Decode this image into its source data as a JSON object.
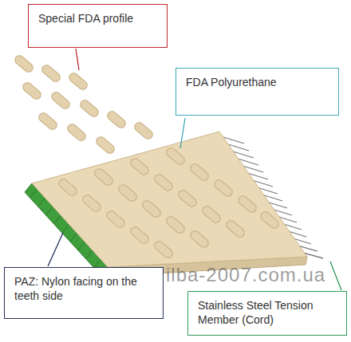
{
  "diagram": {
    "nodes": [
      {
        "text": [
          "Special FDA profile"
        ]
      },
      {
        "text": [
          "FDA Polyurethane"
        ]
      },
      {
        "text": [
          "PAZ: Nylon facing on the teeth side"
        ]
      },
      {
        "text": [
          "Stainless Steel Tension Member (Cord)"
        ]
      }
    ],
    "labels": [
      "ilba-2007.com.ua"
    ]
  }
}
